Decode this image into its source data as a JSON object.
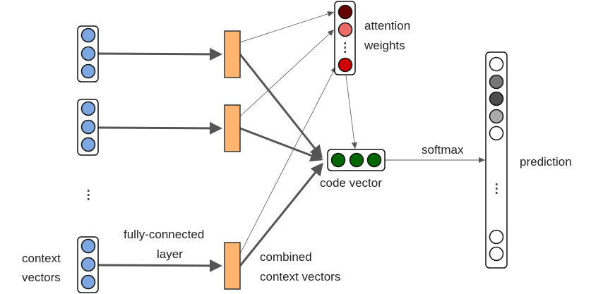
{
  "labels": {
    "context_vectors": [
      "context",
      "vectors"
    ],
    "fully_connected": [
      "fully-connected",
      "layer"
    ],
    "combined": [
      "combined",
      "context vectors"
    ],
    "attention": [
      "attention",
      "weights"
    ],
    "code_vector": "code vector",
    "softmax": "softmax",
    "prediction": "prediction",
    "ellipsis": "⋮"
  },
  "colors": {
    "context_node": "#7ea6e0",
    "fc_layer": "#ffb570",
    "code_node": "#006600",
    "edge": "#555555",
    "attention_nodes": [
      "#660000",
      "#ea6b66",
      "#cc0000"
    ],
    "prediction_nodes": [
      "#ffffff",
      "#777777",
      "#4d4d4d",
      "#aaaaaa",
      "#ffffff",
      "#ffffff",
      "#ffffff"
    ]
  }
}
